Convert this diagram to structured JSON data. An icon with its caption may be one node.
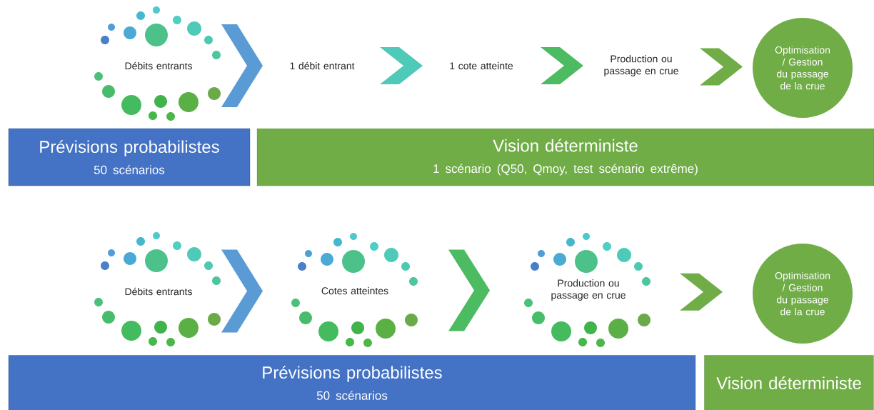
{
  "diagram": {
    "nodes": [
      {
        "text": [
          "Débits entrants"
        ]
      },
      {
        "text": [
          "1 débit entrant"
        ]
      },
      {
        "text": [
          "1 cote atteinte"
        ]
      },
      {
        "text": [
          "Production ou passage en crue"
        ]
      },
      {
        "text": [
          "Optimisation / Gestion du passage de la crue"
        ]
      },
      {
        "text": [
          "Prévisions probabilistes",
          "50 scénarios"
        ]
      },
      {
        "text": [
          "Vision déterministe",
          "1 scénario (Q50, Qmoy, test scénario extrême)"
        ]
      },
      {
        "text": [
          "Débits entrants"
        ]
      },
      {
        "text": [
          "Cotes atteintes"
        ]
      },
      {
        "text": [
          "Production ou passage en crue"
        ]
      },
      {
        "text": [
          "Optimisation / Gestion du passage de la crue"
        ]
      },
      {
        "text": [
          "Prévisions probabilistes",
          "50 scénarios"
        ]
      },
      {
        "text": [
          "Vision déterministe"
        ]
      }
    ],
    "edges": [
      {
        "from": 0,
        "to": 1,
        "arrow": "to",
        "color": "#5b9bd5"
      },
      {
        "from": 1,
        "to": 2,
        "arrow": "to",
        "color": "#4fc9b8"
      },
      {
        "from": 2,
        "to": 3,
        "arrow": "to",
        "color": "#4cbb62"
      },
      {
        "from": 3,
        "to": 4,
        "arrow": "to",
        "color": "#70ad47"
      },
      {
        "from": 7,
        "to": 8,
        "arrow": "to",
        "color": "#5b9bd5"
      },
      {
        "from": 8,
        "to": 9,
        "arrow": "to",
        "color": "#4cbb62"
      },
      {
        "from": 9,
        "to": 10,
        "arrow": "to",
        "color": "#70ad47"
      }
    ]
  }
}
